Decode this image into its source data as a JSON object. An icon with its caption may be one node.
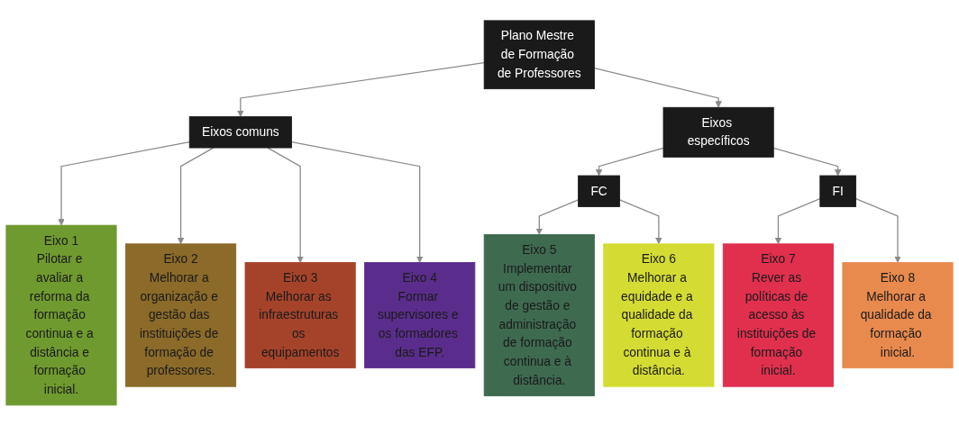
{
  "diagram": {
    "nodes": [
      {
        "text": [
          "Plano Mestre de Formação de Professores"
        ]
      },
      {
        "text": [
          "Eixos comuns"
        ]
      },
      {
        "text": [
          "Eixos específicos"
        ]
      },
      {
        "text": [
          "FC"
        ]
      },
      {
        "text": [
          "FI"
        ]
      },
      {
        "text": [
          "Eixo 1",
          "Pilotar e avaliar a reforma da formação continua e a distância e formação inicial."
        ]
      },
      {
        "text": [
          "Eixo 2",
          "Melhorar a organização e gestão das instituições de formação de professores."
        ]
      },
      {
        "text": [
          "Eixo 3",
          "Melhorar as infraestruturas os equipamentos"
        ]
      },
      {
        "text": [
          "Eixo 4",
          "Formar supervisores e os formadores das EFP."
        ]
      },
      {
        "text": [
          "Eixo 5",
          "Implementar um dispositivo de gestão e administração de formação continua e à distância."
        ]
      },
      {
        "text": [
          "Eixo 6",
          "Melhorar a equidade e a qualidade da formação continua e à distância."
        ]
      },
      {
        "text": [
          "Eixo 7",
          "Rever as políticas de acesso às instituições de formação inicial."
        ]
      },
      {
        "text": [
          "Eixo 8",
          "Melhorar a qualidade da formação inicial."
        ]
      }
    ],
    "edges": [
      {
        "from": 0,
        "to": 1,
        "arrow": "to"
      },
      {
        "from": 0,
        "to": 2,
        "arrow": "to"
      },
      {
        "from": 1,
        "to": 5,
        "arrow": "to"
      },
      {
        "from": 1,
        "to": 6,
        "arrow": "to"
      },
      {
        "from": 1,
        "to": 7,
        "arrow": "to"
      },
      {
        "from": 1,
        "to": 8,
        "arrow": "to"
      },
      {
        "from": 2,
        "to": 3,
        "arrow": "to"
      },
      {
        "from": 2,
        "to": 4,
        "arrow": "to"
      },
      {
        "from": 3,
        "to": 9,
        "arrow": "to"
      },
      {
        "from": 3,
        "to": 10,
        "arrow": "to"
      },
      {
        "from": 4,
        "to": 11,
        "arrow": "to"
      },
      {
        "from": 4,
        "to": 12,
        "arrow": "to"
      }
    ]
  }
}
